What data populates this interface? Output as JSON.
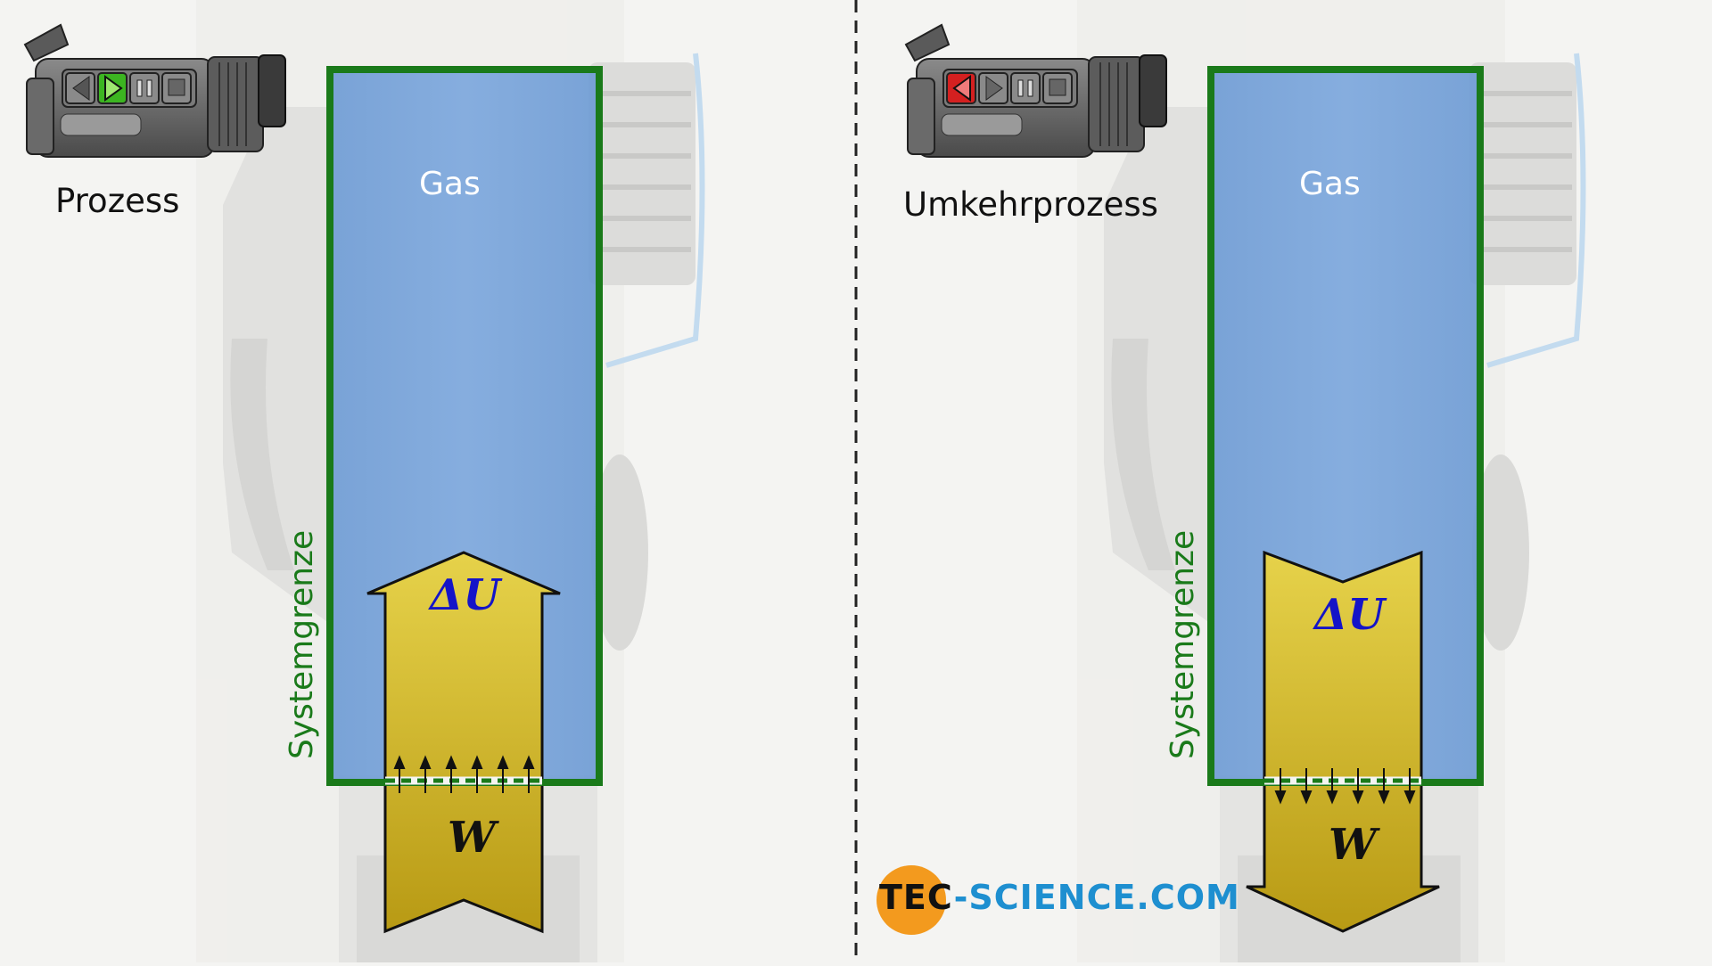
{
  "left_panel": {
    "caption": "Prozess",
    "gas_label": "Gas",
    "boundary_label": "Systemgrenze",
    "energy_label": "ΔU",
    "work_label": "W",
    "active_camera_button": "play",
    "active_button_color": "#3cb521"
  },
  "right_panel": {
    "caption": "Umkehrprozess",
    "gas_label": "Gas",
    "boundary_label": "Systemgrenze",
    "energy_label": "ΔU",
    "work_label": "W",
    "active_camera_button": "rewind",
    "active_button_color": "#d42020"
  },
  "logo": {
    "part1": "TEC",
    "part2": "-SCIENCE",
    "part3": ".COM"
  },
  "colors": {
    "background": "#f4f4f2",
    "gas_fill": "#6f9fd8",
    "system_boundary": "#1a7a1a",
    "arrow_fill": "#d4bc38",
    "energy_label": "#1414c8",
    "logo_orange": "#f39a1e",
    "logo_blue": "#1e8fd0"
  }
}
